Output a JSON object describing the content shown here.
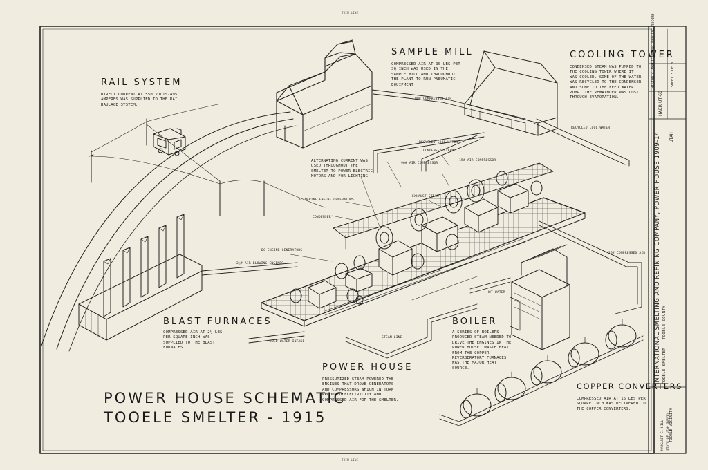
{
  "sheet": {
    "trim_line_top": "TRIM LINE",
    "trim_line_bottom": "TRIM LINE",
    "title": [
      "POWER HOUSE SCHEMATIC",
      "TOOELE SMELTER - 1915"
    ]
  },
  "sections": {
    "rail_system": {
      "heading": "RAIL SYSTEM",
      "note": "DIRECT CURRENT AT 550 VOLTS-495 AMPERES WAS SUPPLIED TO THE RAIL HAULAGE SYSTEM."
    },
    "sample_mill": {
      "heading": "SAMPLE MILL",
      "note": "COMPRESSED AIR AT 90 LBS PER SQ INCH WAS USED IN THE SAMPLE MILL AND THROUGHOUT THE PLANT TO RUN PNEUMATIC EQUIPMENT"
    },
    "cooling_tower": {
      "heading": "COOLING TOWER",
      "note": "CONDENSED STEAM WAS PUMPED TO THE COOLING TOWER WHERE IT WAS COOLED. SOME OF THE WATER WAS RECYCLED TO THE CONDENSER AND SOME TO THE FEED WATER PUMP. THE REMAINDER WAS LOST THROUGH EVAPORATION."
    },
    "blast_furnaces": {
      "heading": "BLAST FURNACES",
      "note": "COMPRESSED AIR AT 2½ LBS PER SQUARE INCH WAS SUPPLIED TO THE BLAST FURNACES."
    },
    "boiler": {
      "heading": "BOILER",
      "note": "A SERIES OF BOILERS PRODUCED STEAM NEEDED TO DRIVE THE ENGINES IN THE POWER HOUSE. WASTE HEAT FROM THE COPPER REVERBERATORY FURNACES WAS THE MAJOR HEAT SOURCE."
    },
    "power_house": {
      "heading": "POWER HOUSE",
      "note": "PRESSURIZED STEAM POWERED THE ENGINES THAT DROVE GENERATORS AND COMPRESSORS WHICH IN TURN PRODUCED ELECTRICITY AND COMPRESSED AIR FOR THE SMELTER."
    },
    "copper_converters": {
      "heading": "COPPER CONVERTERS",
      "note": "COMPRESSED AIR AT 15 LBS PER SQUARE INCH WAS DELIVERED TO THE COPPER CONVERTERS."
    },
    "alternating_current": {
      "note": "ALTERNATING CURRENT WAS USED THROUGHOUT THE SMELTER TO POWER ELECTRIC MOTORS AND FOR LIGHTING."
    }
  },
  "pipe_labels": {
    "compressed_air_90": "90# COMPRESSED AIR",
    "recycled_cool_water": "RECYCLED COOL WATER",
    "condensed_steam": "CONDENSED STEAM",
    "recycled_cool_water_tower": "RECYCLED COOL WATER",
    "air_compressor_a": "90# AIR COMPRESSOR",
    "air_compressor_b": "15# AIR COMPRESSOR",
    "ac_engine_generators": "AC MARINE ENGINE GENERATORS",
    "exhaust_steam": "EXHAUST STEAM",
    "condenser": "CONDENSER",
    "dc_engine_generators": "DC ENGINE GENERATORS",
    "air_blowing_engines": "2½# AIR BLOWING ENGINES",
    "compressed_air_15": "15# COMPRESSED AIR",
    "hot_water": "HOT WATER",
    "steam_line": "STEAM LINE",
    "cold_water_intake": "COLD WATER INTAKE"
  },
  "title_block": {
    "main_title": "INTERNATIONAL SMELTING AND REFINING COMPANY, POWER HOUSE 1909-14",
    "subtitle": "TOOELE SMELTER · TOOELE COUNTY",
    "location_left": "TOOELE VICINITY",
    "location_right": "UTAH",
    "agency": "HISTORIC AMERICAN ENGINEERING RECORD",
    "haer_no": "HAER UT-68",
    "sheet_no": "SHEET 3 OF 3",
    "delineator": "MARGARET E. HILL",
    "state": "STATE OF UTAH SURVEY"
  }
}
